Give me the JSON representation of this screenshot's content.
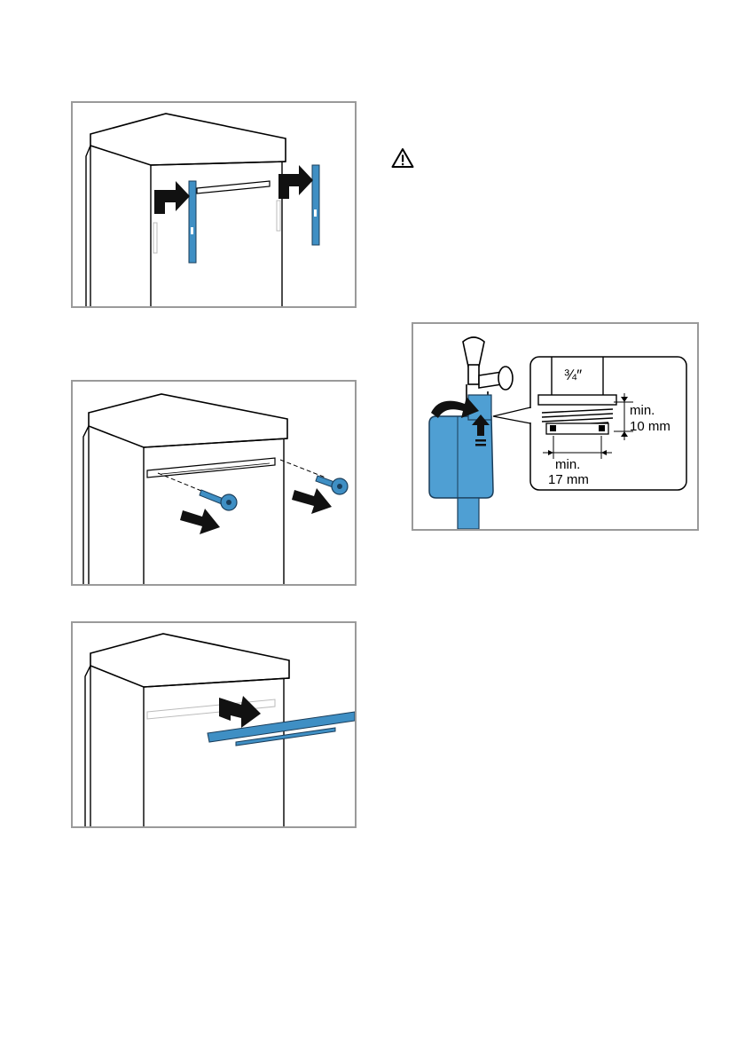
{
  "page": {
    "background": "#ffffff"
  },
  "colors": {
    "part_blue": "#3f8fc4",
    "hose_blue": "#4f9fd3",
    "frame_gray": "#9a9a9a",
    "arrow": "#111111"
  },
  "icons": {
    "warning": "warning-triangle-icon",
    "steps": [
      "remove-rail-brackets",
      "unscrew-transport-screws",
      "remove-transport-rail",
      "connect-water-hose"
    ]
  },
  "connection_detail": {
    "thread_size": "¾″",
    "depth_label": "min.",
    "depth_value": "10 mm",
    "width_label": "min.",
    "width_value": "17 mm"
  }
}
